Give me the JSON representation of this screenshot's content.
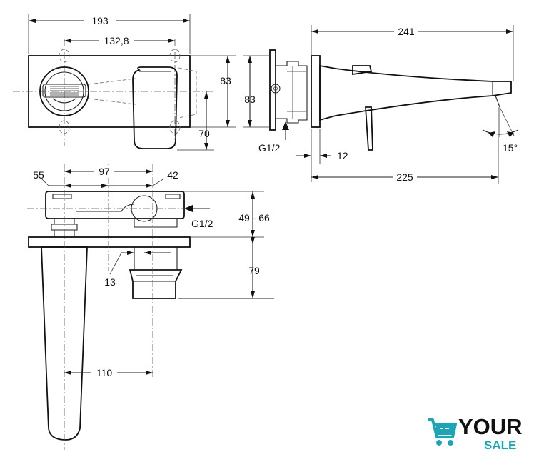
{
  "front_view": {
    "width_overall": "193",
    "hole_spacing": "132,8",
    "height_plate": "83",
    "height_lever": "70"
  },
  "side_view": {
    "height_flange": "83",
    "inlet_thread": "G1/2",
    "projection_total": "241",
    "flange_offset": "12",
    "spout_reach": "225",
    "spout_angle": "15°"
  },
  "top_view": {
    "dim_left": "55",
    "dim_center": "97",
    "dim_right": "42",
    "inlet_thread": "G1/2",
    "wall_depth": "49 - 66",
    "depth_lower": "79",
    "dim_small": "13",
    "spout_offset": "110"
  },
  "logo": {
    "word_main": "YOUR",
    "word_sub": "SALE",
    "accent_color": "#1aa6b7"
  }
}
